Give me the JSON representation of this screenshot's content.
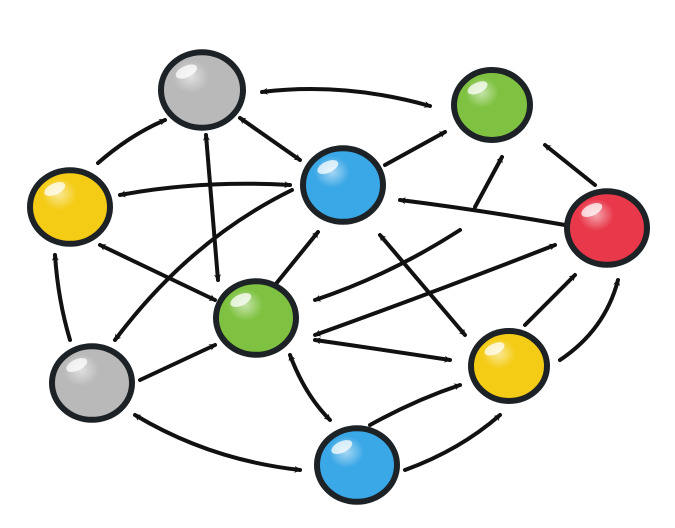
{
  "diagram": {
    "type": "network-graph",
    "nodes": [
      {
        "id": "gray-top",
        "color": "#b9b9b9"
      },
      {
        "id": "green-top-right",
        "color": "#7fc241"
      },
      {
        "id": "yellow-left",
        "color": "#f4cc16"
      },
      {
        "id": "blue-center",
        "color": "#3aa7e6"
      },
      {
        "id": "red-right",
        "color": "#e8384a"
      },
      {
        "id": "green-center",
        "color": "#7fc241"
      },
      {
        "id": "gray-bottom-left",
        "color": "#b9b9b9"
      },
      {
        "id": "yellow-right",
        "color": "#f4cc16"
      },
      {
        "id": "blue-bottom",
        "color": "#3aa7e6"
      }
    ],
    "edges": [
      {
        "from": "gray-top",
        "to": "green-top-right",
        "direction": "both"
      },
      {
        "from": "gray-top",
        "to": "blue-center",
        "direction": "both"
      },
      {
        "from": "yellow-left",
        "to": "gray-top",
        "direction": "forward"
      },
      {
        "from": "yellow-left",
        "to": "blue-center",
        "direction": "both"
      },
      {
        "from": "blue-center",
        "to": "green-top-right",
        "direction": "forward"
      },
      {
        "from": "gray-top",
        "to": "green-center",
        "direction": "both"
      },
      {
        "from": "blue-center",
        "to": "gray-bottom-left",
        "direction": "forward"
      },
      {
        "from": "yellow-left",
        "to": "green-center",
        "direction": "both"
      },
      {
        "from": "green-center",
        "to": "blue-center",
        "direction": "forward"
      },
      {
        "from": "gray-bottom-left",
        "to": "yellow-left",
        "direction": "forward"
      },
      {
        "from": "gray-bottom-left",
        "to": "green-center",
        "direction": "forward"
      },
      {
        "from": "red-right",
        "to": "blue-center",
        "direction": "forward"
      },
      {
        "from": "red-right",
        "to": "green-top-right",
        "direction": "forward"
      },
      {
        "from": "red-right",
        "to": "green-center",
        "direction": "forward"
      },
      {
        "from": "green-center",
        "to": "red-right",
        "direction": "both"
      },
      {
        "from": "blue-center",
        "to": "yellow-right",
        "direction": "both"
      },
      {
        "from": "green-center",
        "to": "yellow-right",
        "direction": "both"
      },
      {
        "from": "green-center",
        "to": "blue-bottom",
        "direction": "both"
      },
      {
        "from": "gray-bottom-left",
        "to": "blue-bottom",
        "direction": "both"
      },
      {
        "from": "blue-bottom",
        "to": "yellow-right",
        "direction": "forward"
      },
      {
        "from": "blue-bottom",
        "to": "yellow-right",
        "direction": "forward"
      },
      {
        "from": "yellow-right",
        "to": "red-right",
        "direction": "forward"
      },
      {
        "from": "yellow-right",
        "to": "red-right",
        "direction": "forward"
      },
      {
        "from": "red-right",
        "to": "green-top-right",
        "direction": "forward"
      }
    ]
  }
}
